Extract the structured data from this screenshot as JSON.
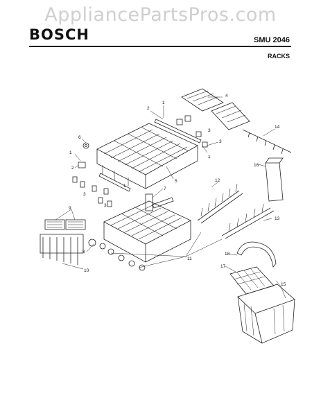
{
  "watermark": "AppliancePartsPros.com",
  "brand": "BOSCH",
  "model": "SMU 2046",
  "section": "RACKS",
  "callouts": [
    "1",
    "2",
    "3",
    "4",
    "5",
    "6",
    "7",
    "8",
    "9",
    "10",
    "11",
    "12",
    "13",
    "14",
    "15",
    "16",
    "17",
    "18"
  ]
}
